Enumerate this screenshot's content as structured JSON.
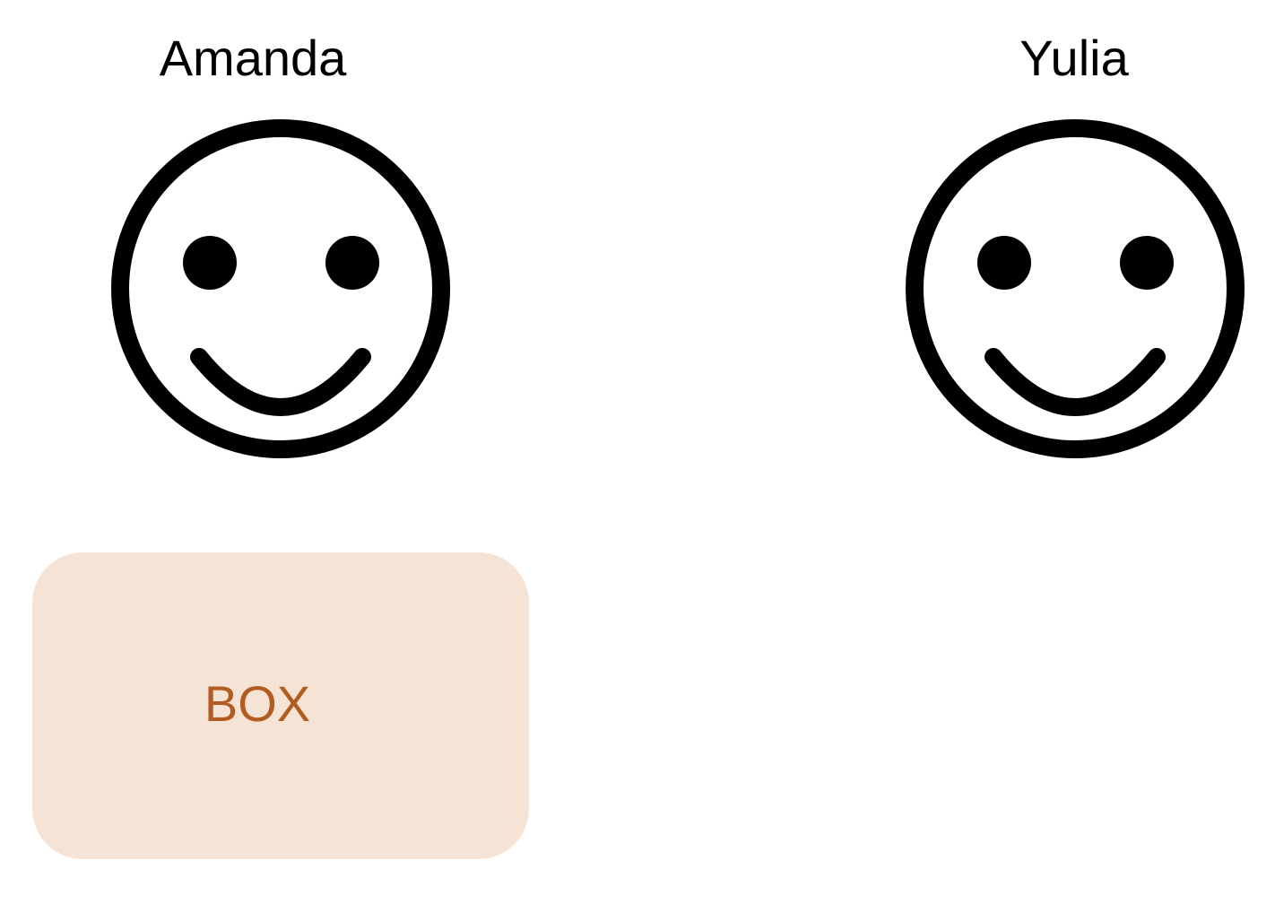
{
  "people": [
    {
      "name": "Amanda",
      "icon": "smiley-face-icon"
    },
    {
      "name": "Yulia",
      "icon": "smiley-face-icon"
    }
  ],
  "box": {
    "label": "BOX",
    "fill_color": "#f5e3d6",
    "text_color": "#b25c22"
  },
  "colors": {
    "ink": "#000000",
    "background": "#ffffff"
  }
}
